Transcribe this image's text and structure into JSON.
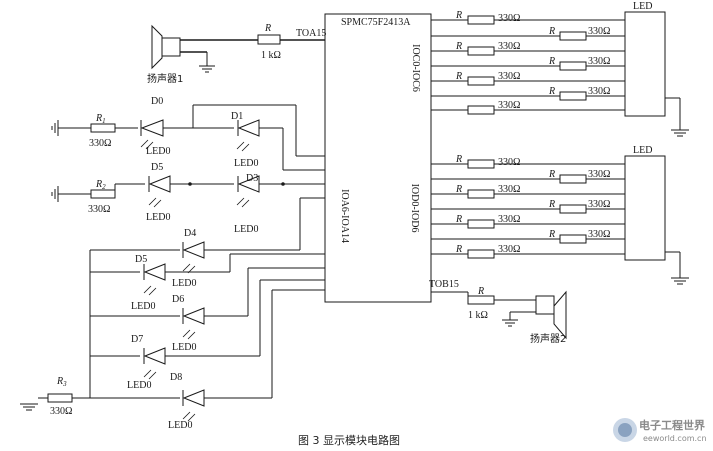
{
  "chip": {
    "name": "SPMC75F2413A",
    "port_c": "IOC0-IOC6",
    "port_d": "IOD0-IOD6",
    "port_a": "IOA6-IOA14",
    "pin_toa": "TOA15",
    "pin_tob": "TOB15"
  },
  "led_top": "LED",
  "led_bottom": "LED",
  "r_label": "R",
  "r_1k": "1 kΩ",
  "r_330": "330Ω",
  "speaker1": "扬声器1",
  "speaker2": "扬声器2",
  "r1_label": "R",
  "r1_sub": "1",
  "r2_label": "R",
  "r2_sub": "2",
  "r3_label": "R",
  "r3_sub": "3",
  "led0": "LED0",
  "diodes": [
    "D0",
    "D1",
    "D5",
    "D3",
    "D4",
    "D5",
    "D6",
    "D7",
    "D8"
  ],
  "caption": "图 3 显示模块电路图",
  "watermark": {
    "title": "电子工程世界",
    "url": "eeworld.com.cn"
  }
}
